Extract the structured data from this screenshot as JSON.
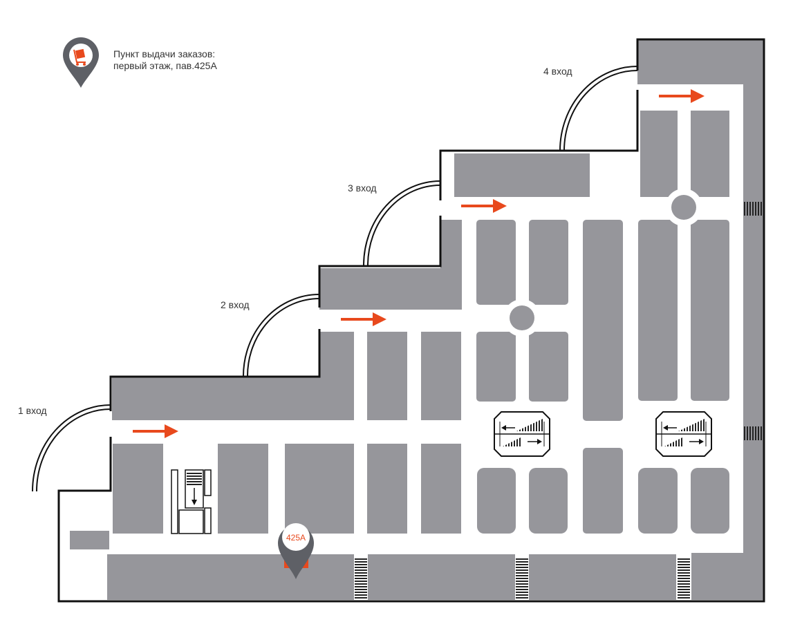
{
  "legend": {
    "line1": "Пункт выдачи заказов:",
    "line2": "первый этаж, пав.425A",
    "icon": "pickup-cart-pin-icon"
  },
  "entrances": {
    "e1": "1 вход",
    "e2": "2 вход",
    "e3": "3 вход",
    "e4": "4 вход"
  },
  "pickup_marker": {
    "label": "425A",
    "icon": "map-pin-icon"
  },
  "colors": {
    "shop": "#96969b",
    "accent": "#e8491d",
    "wall": "#111111",
    "pin": "#5e6066",
    "floor": "#ffffff"
  }
}
